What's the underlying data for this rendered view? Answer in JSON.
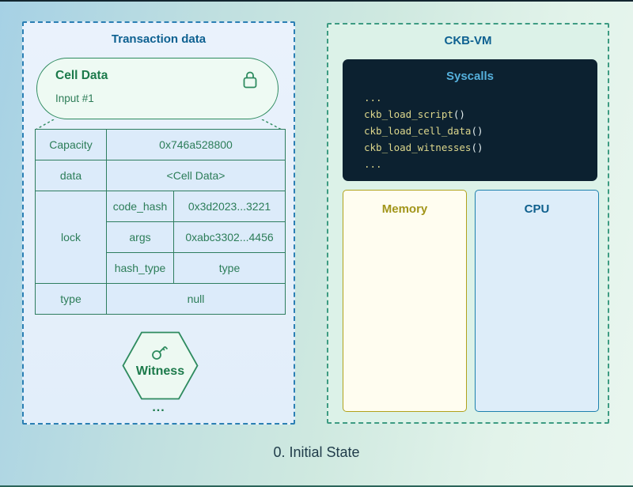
{
  "caption": "0. Initial State",
  "transaction_panel": {
    "title": "Transaction data",
    "cell_card": {
      "title": "Cell Data",
      "subtitle": "Input #1"
    },
    "table": {
      "rows": [
        {
          "key": "Capacity",
          "value": "0x746a528800"
        },
        {
          "key": "data",
          "value": "<Cell Data>"
        },
        {
          "key": "lock",
          "fields": [
            {
              "key": "code_hash",
              "value": "0x3d2023...3221"
            },
            {
              "key": "args",
              "value": "0xabc3302...4456"
            },
            {
              "key": "hash_type",
              "value": "type"
            }
          ]
        },
        {
          "key": "type",
          "value": "null"
        }
      ]
    },
    "witness": {
      "label": "Witness"
    },
    "ellipsis": "..."
  },
  "vm_panel": {
    "title": "CKB-VM",
    "syscalls": {
      "title": "Syscalls",
      "lines": [
        {
          "name": "...",
          "parens": ""
        },
        {
          "name": "ckb_load_script",
          "parens": "()"
        },
        {
          "name": "ckb_load_cell_data",
          "parens": "()"
        },
        {
          "name": "ckb_load_witnesses",
          "parens": "()"
        },
        {
          "name": "...",
          "parens": ""
        }
      ]
    },
    "memory_label": "Memory",
    "cpu_label": "CPU"
  },
  "colors": {
    "green_stroke": "#2e8b5f",
    "green_text": "#2c7d58",
    "blue_title": "#0e6191",
    "panel_blue_border": "#2b7fb4",
    "panel_green_border": "#3d9b82",
    "syscalls_bg": "#0c2130",
    "syscalls_title": "#55b0dc",
    "code_text": "#dcd68c",
    "memory_accent": "#a2951a",
    "cpu_accent": "#0f608d",
    "caption_text": "#203c4a"
  }
}
